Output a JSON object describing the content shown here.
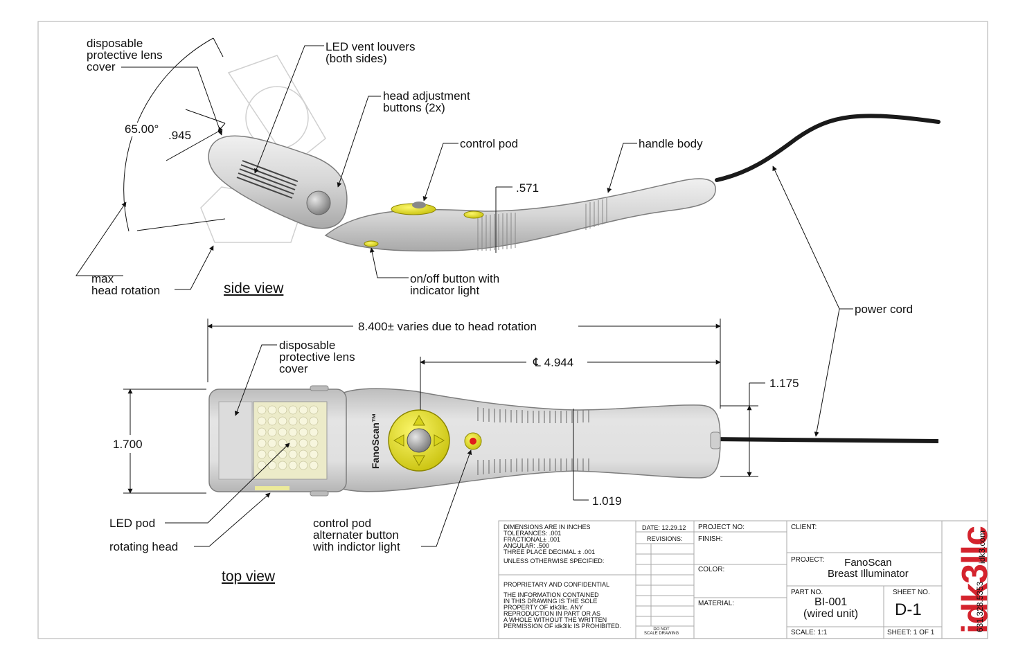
{
  "side_view": {
    "title": "side view",
    "callouts": {
      "lens_cover": [
        "disposable",
        "protective lens",
        "cover"
      ],
      "led_vents": [
        "LED vent louvers",
        "(both sides)"
      ],
      "head_buttons": [
        "head adjustment",
        "buttons (2x)"
      ],
      "control_pod": [
        "control pod"
      ],
      "handle_body": [
        "handle body"
      ],
      "on_off": [
        "on/off button with",
        "indicator light"
      ],
      "max_rotation": [
        "max",
        "head rotation"
      ]
    },
    "dims": {
      "angle": "65.00°",
      "head_thickness": ".945",
      "grip": ".571"
    }
  },
  "power_cord": {
    "label": "power cord"
  },
  "top_view": {
    "title": "top view",
    "callouts": {
      "lens_cover": [
        "disposable",
        "protective lens",
        "cover"
      ],
      "led_pod": [
        "LED pod"
      ],
      "rotating_head": [
        "rotating head"
      ],
      "control_pod": [
        "control pod",
        "alternater button",
        "with indictor light"
      ]
    },
    "dims": {
      "overall": "8.400± varies due to head rotation",
      "centerline": "℄ 4.944",
      "width": "1.700",
      "tail": "1.175",
      "neck": "1.019"
    },
    "brand_mark": "FanoScan™"
  },
  "title_block": {
    "spec_lines": [
      "DIMENSIONS ARE IN INCHES",
      "TOLERANCES: .001",
      "FRACTIONAL± .001",
      "ANGULAR: .500",
      "THREE PLACE DECIMAL  ± .001"
    ],
    "unless": "UNLESS OTHERWISE SPECIFIED:",
    "proprietary": "PROPRIETARY AND CONFIDENTIAL",
    "notice": [
      "THE INFORMATION CONTAINED",
      "IN THIS DRAWING IS THE SOLE",
      "PROPERTY OF idk3llc.  ANY",
      "REPRODUCTION IN PART OR AS",
      "A WHOLE WITHOUT THE WRITTEN",
      "PERMISSION OF idk3llc IS PROHIBITED."
    ],
    "date": "DATE: 12.29.12",
    "revisions": "REVISIONS:",
    "do_not_scale": [
      "DO NOT",
      "SCALE DRAWING"
    ],
    "project_no": "PROJECT NO:",
    "finish": "FINISH:",
    "color": "COLOR:",
    "material": "MATERIAL:",
    "client": "CLIENT:",
    "project_label": "PROJECT:",
    "project_value": [
      "FanoScan",
      "Breast Illuminator"
    ],
    "part_no_label": "PART NO.",
    "part_no_value": [
      "BI-001",
      "(wired unit)"
    ],
    "sheet_no_label": "SHEET NO.",
    "sheet_no_value": "D-1",
    "scale": "SCALE: 1:1",
    "sheet": "SHEET: 1 OF 1"
  },
  "branding": {
    "logo": "idk3llc",
    "phone": "631.328.5353",
    "web": "idk3.com",
    "color": "#d4232d"
  },
  "colors": {
    "body": "#d8d8d8",
    "body_edge": "#8a8a8a",
    "button": "#e6e21e",
    "cord": "#1a1a1a",
    "indicator": "#e01b1b"
  }
}
